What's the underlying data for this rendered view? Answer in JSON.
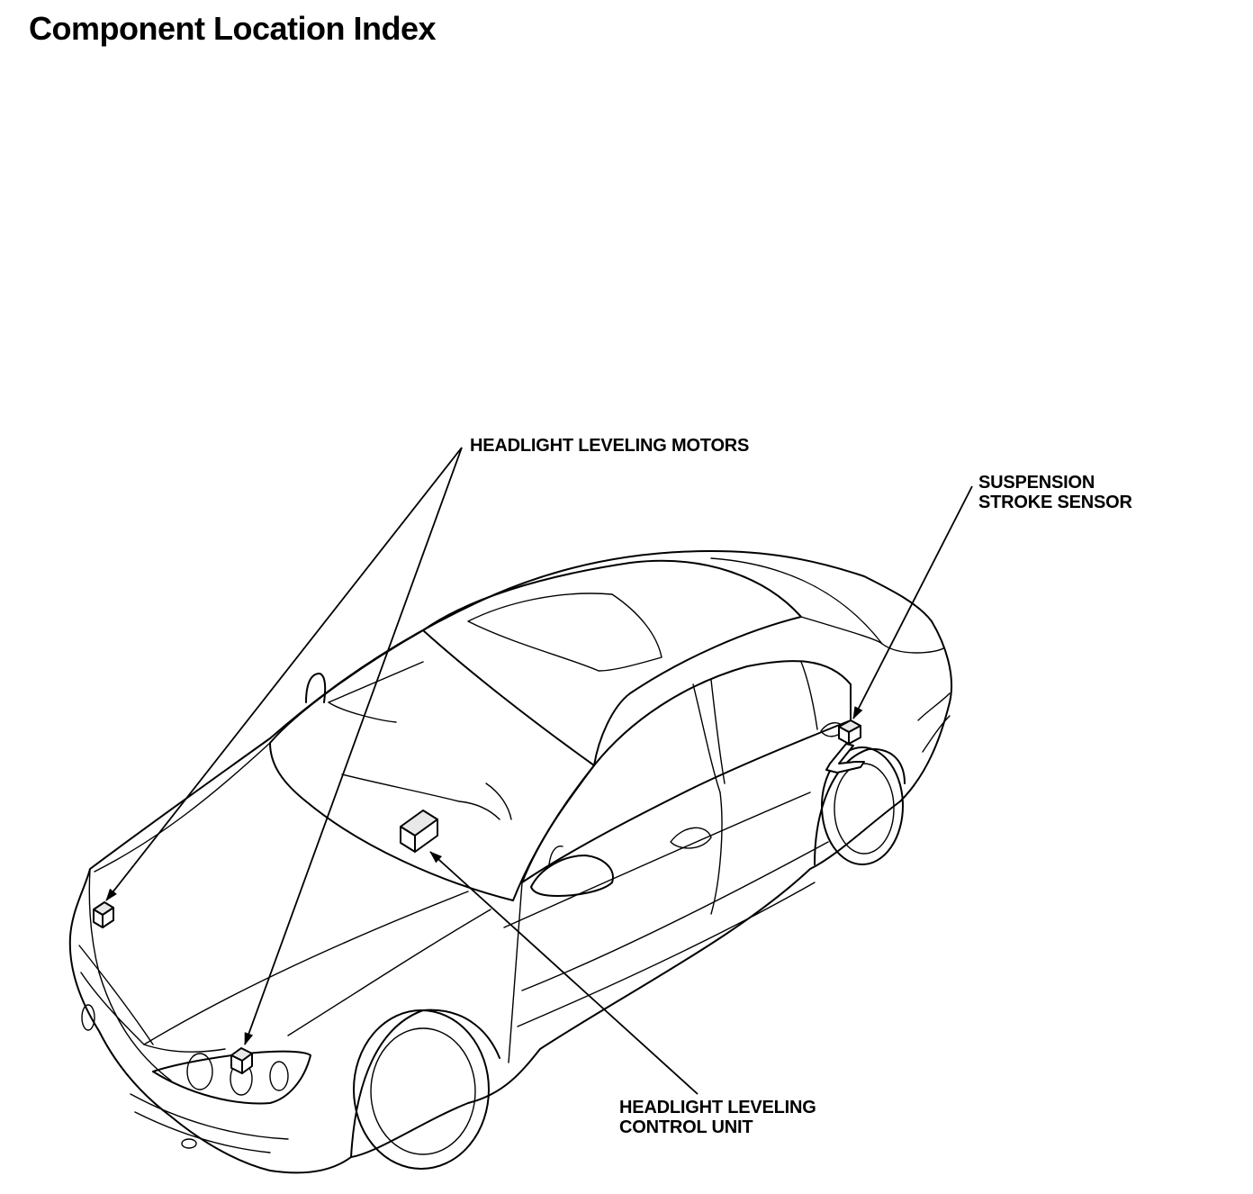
{
  "page": {
    "title": "Component Location Index"
  },
  "labels": {
    "headlight_leveling_motors": "HEADLIGHT LEVELING MOTORS",
    "suspension_stroke_sensor": {
      "line1": "SUSPENSION",
      "line2": "STROKE SENSOR"
    },
    "headlight_leveling_control_unit": {
      "line1": "HEADLIGHT LEVELING",
      "line2": "CONTROL UNIT"
    }
  },
  "icons": {
    "component_box": "cube-icon",
    "leader_arrow": "arrow-icon"
  },
  "colors": {
    "ink": "#000000",
    "paper": "#ffffff"
  }
}
